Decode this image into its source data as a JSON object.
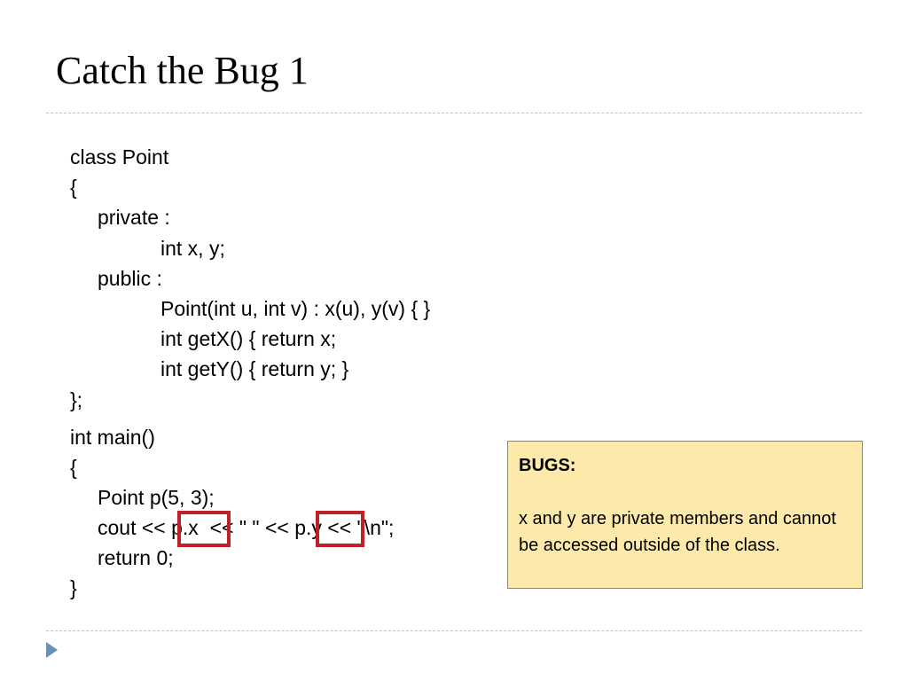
{
  "slide": {
    "title": "Catch the Bug 1"
  },
  "code": {
    "class_block": [
      "class Point",
      "{",
      "private :",
      "int x, y;",
      "public :",
      "Point(int u, int v) : x(u), y(v) { }",
      "int getX() { return x;",
      "int getY() { return y; }",
      "};"
    ],
    "main_block": [
      "int main()",
      "{",
      "Point p(5, 3);",
      "cout << p.x  << \" \" << p.y << \"\\n\";",
      "return 0;",
      "}"
    ]
  },
  "bugs_box": {
    "heading": "BUGS:",
    "text": " x and y are private members and cannot be accessed outside of the class.",
    "background_color": "#fde9a9",
    "highlight_color": "#c0202a"
  },
  "navigation": {
    "next_icon": "triangle-right-icon"
  }
}
